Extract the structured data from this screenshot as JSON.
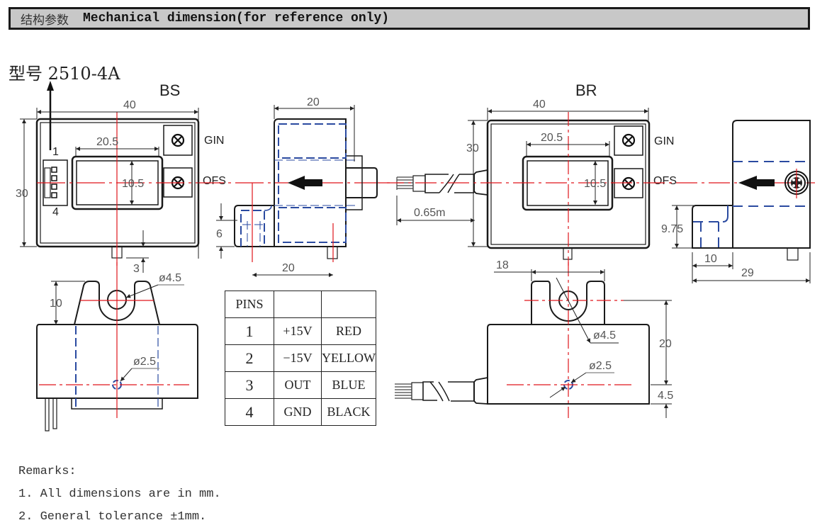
{
  "header": {
    "title_cn": "结构参数",
    "title_en": "Mechanical dimension(for reference only)"
  },
  "model_label": "型号 2510-4A",
  "views": {
    "bs": {
      "title": "BS",
      "front": {
        "width": "40",
        "height": "30",
        "window_width": "20.5",
        "window_height": "10.5",
        "pin_first": "1",
        "pin_last": "4",
        "pin_offset": "3"
      },
      "side": {
        "depth": "20",
        "base_offset": "20",
        "ledge_height": "6"
      },
      "bottom": {
        "tab_height": "10",
        "hole_large": "ø4.5",
        "hole_small": "ø2.5"
      }
    },
    "br": {
      "title": "BR",
      "front": {
        "width": "40",
        "height": "30",
        "window_width": "20.5",
        "window_height": "10.5",
        "cable_length": "0.65m"
      },
      "side": {
        "ledge_height": "9.75",
        "ledge_width": "10",
        "total_width": "29"
      },
      "bottom": {
        "tab_width": "18",
        "hole_large": "ø4.5",
        "hole_small": "ø2.5",
        "hole_spacing": "20",
        "hole_offset": "4.5"
      }
    }
  },
  "potentiometers": {
    "gain": "GIN",
    "offset": "OFS"
  },
  "pins_table": {
    "header": [
      "PINS",
      "",
      ""
    ],
    "rows": [
      {
        "pin": "1",
        "signal": "+15V",
        "color": "RED"
      },
      {
        "pin": "2",
        "signal": "−15V",
        "color": "YELLOW"
      },
      {
        "pin": "3",
        "signal": "OUT",
        "color": "BLUE"
      },
      {
        "pin": "4",
        "signal": "GND",
        "color": "BLACK"
      }
    ]
  },
  "remarks": {
    "title": "Remarks:",
    "items": [
      "1. All dimensions are in mm.",
      "2. General tolerance ±1mm."
    ]
  },
  "colors": {
    "centerline": "#e0161c",
    "hidden_line": "#2a4aa0",
    "outline": "#1a1a1a",
    "header_bg": "#c8c8c8"
  }
}
